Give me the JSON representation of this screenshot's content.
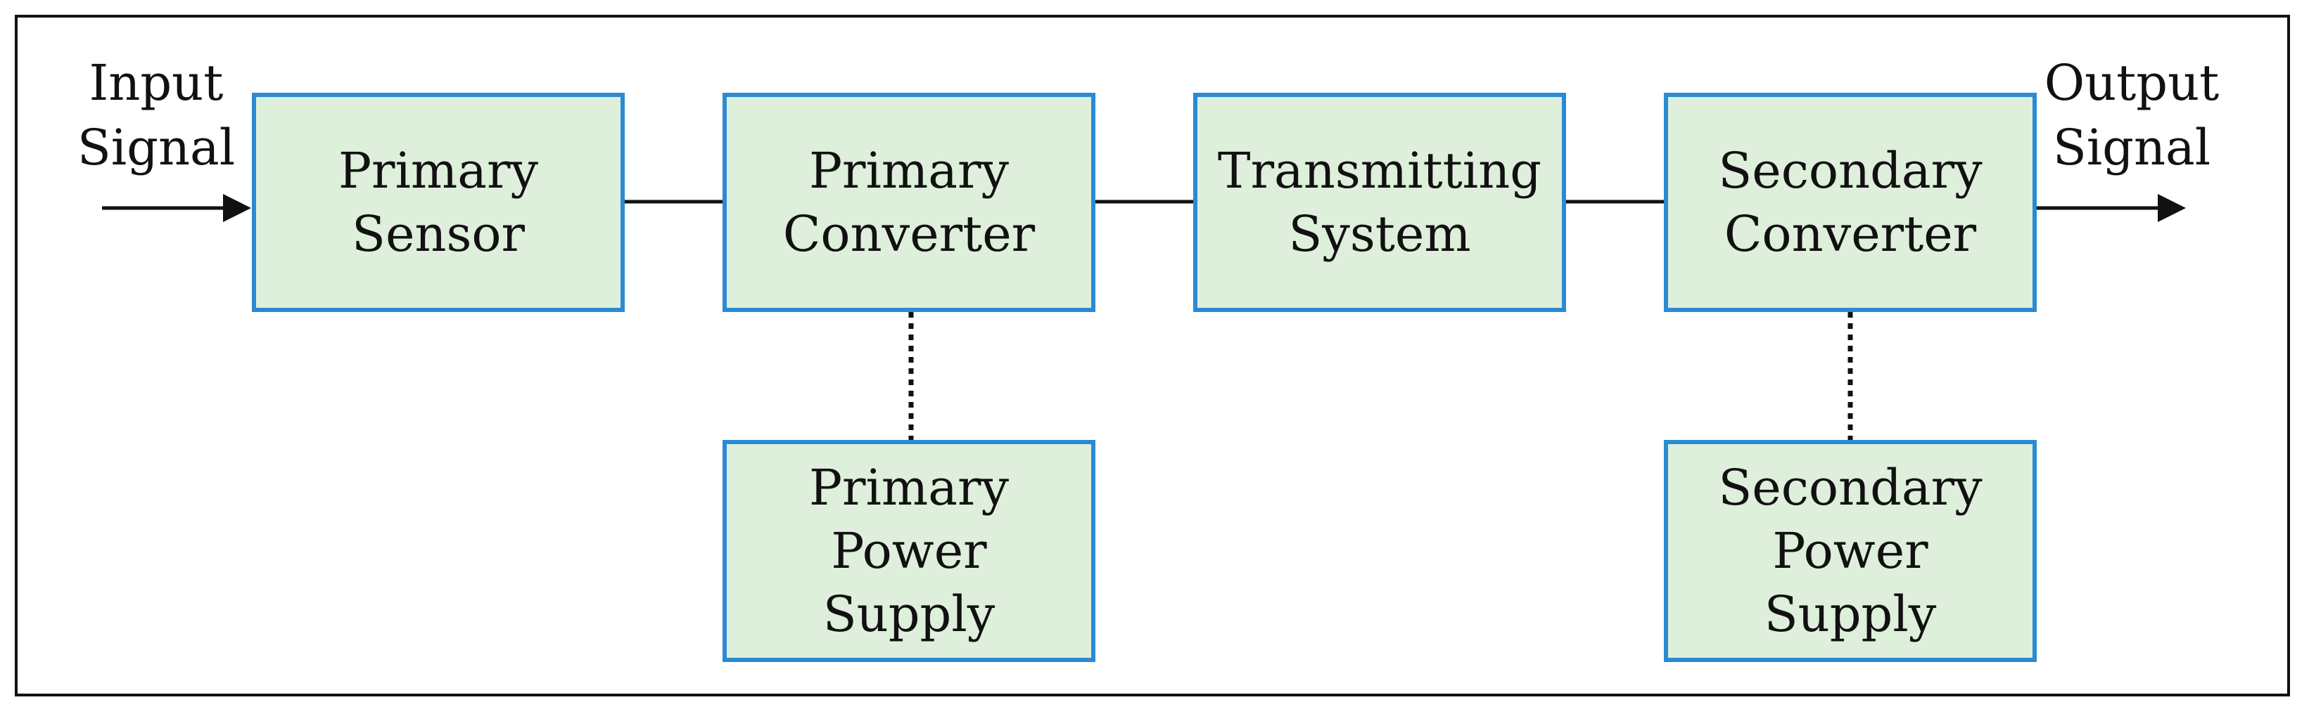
{
  "diagram": {
    "input_signal": [
      "Input",
      "Signal"
    ],
    "output_signal": [
      "Output",
      "Signal"
    ],
    "blocks": {
      "primary_sensor": [
        "Primary",
        "Sensor"
      ],
      "primary_converter": [
        "Primary",
        "Converter"
      ],
      "transmitting_system": [
        "Transmitting",
        "System"
      ],
      "secondary_converter": [
        "Secondary",
        "Converter"
      ],
      "primary_power_supply": [
        "Primary",
        "Power",
        "Supply"
      ],
      "secondary_power_supply": [
        "Secondary",
        "Power",
        "Supply"
      ]
    },
    "colors": {
      "block_fill": "#deefdb",
      "block_border": "#2a8ad4",
      "line": "#111111"
    }
  }
}
